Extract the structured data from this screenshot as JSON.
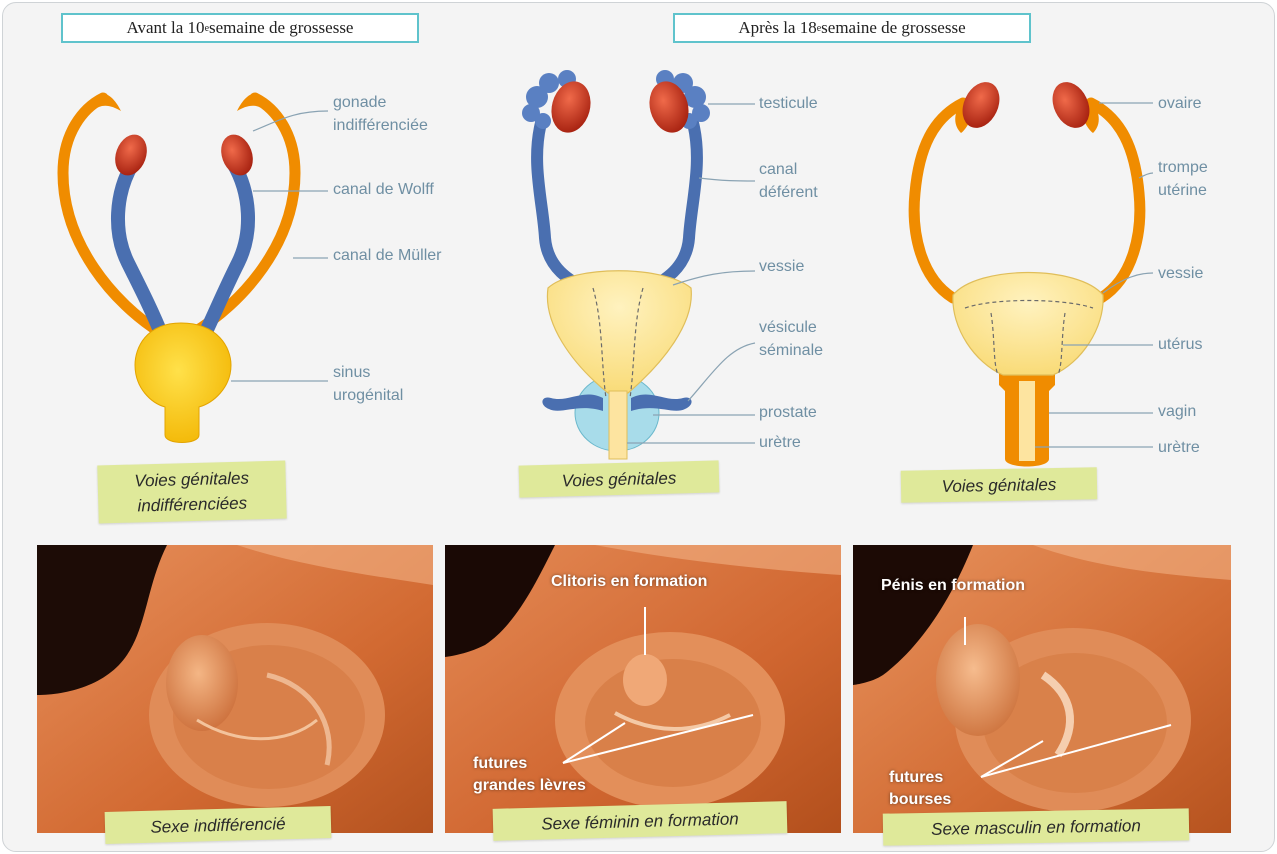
{
  "headers": {
    "before": {
      "prefix": "Avant la 10",
      "sup": "e",
      "suffix": " semaine de grossesse"
    },
    "after": {
      "prefix": "Après la 18",
      "sup": "e",
      "suffix": " semaine de grossesse"
    }
  },
  "indiff_labels": {
    "gonade_1": "gonade",
    "gonade_2": "indifférenciée",
    "wolff": "canal de Wolff",
    "muller": "canal de Müller",
    "sinus_1": "sinus",
    "sinus_2": "urogénital"
  },
  "male_labels": {
    "testicule": "testicule",
    "deferent_1": "canal",
    "deferent_2": "déférent",
    "vessie": "vessie",
    "vesicule_1": "vésicule",
    "vesicule_2": "séminale",
    "prostate": "prostate",
    "uretre": "urètre"
  },
  "female_labels": {
    "ovaire": "ovaire",
    "trompe_1": "trompe",
    "trompe_2": "utérine",
    "vessie": "vessie",
    "uterus": "utérus",
    "vagin": "vagin",
    "uretre": "urètre"
  },
  "captions": {
    "indiff_1": "Voies génitales",
    "indiff_2": "indifférenciées",
    "male": "Voies génitales",
    "female": "Voies génitales"
  },
  "photos": {
    "indiff_caption": "Sexe indifférencié",
    "female_caption": "Sexe féminin en formation",
    "female_clitoris": "Clitoris en formation",
    "female_levres_1": "futures",
    "female_levres_2": "grandes lèvres",
    "male_caption": "Sexe masculin en formation",
    "male_penis": "Pénis en formation",
    "male_bourses_1": "futures",
    "male_bourses_2": "bourses"
  },
  "colors": {
    "orange_duct": "#f08c00",
    "blue_duct": "#4a6fb0",
    "gonad_red": "#c8321e",
    "bladder_yellow": "#fde08a",
    "sinus_yellow": "#ffc800",
    "label_blue": "#6f8fa3",
    "header_border": "#5fc3cc",
    "caption_bg": "#dfe99a"
  }
}
